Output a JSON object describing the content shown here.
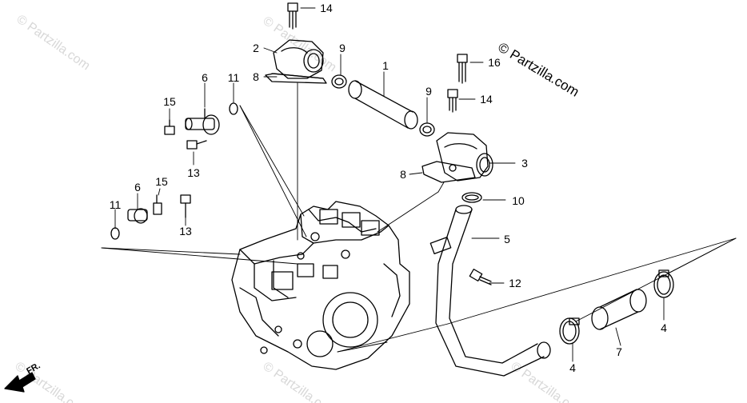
{
  "copyright": "© Partzilla.com",
  "watermark": "© Partzilla.com",
  "fr_label": "FR.",
  "callouts": [
    "14",
    "2",
    "8",
    "9",
    "1",
    "16",
    "6",
    "11",
    "15",
    "14",
    "9",
    "13",
    "3",
    "8",
    "10",
    "6",
    "15",
    "11",
    "13",
    "5",
    "12",
    "4",
    "7",
    "4"
  ],
  "colors": {
    "line": "#000000",
    "watermark": "#d8d8d8",
    "background": "#ffffff"
  }
}
